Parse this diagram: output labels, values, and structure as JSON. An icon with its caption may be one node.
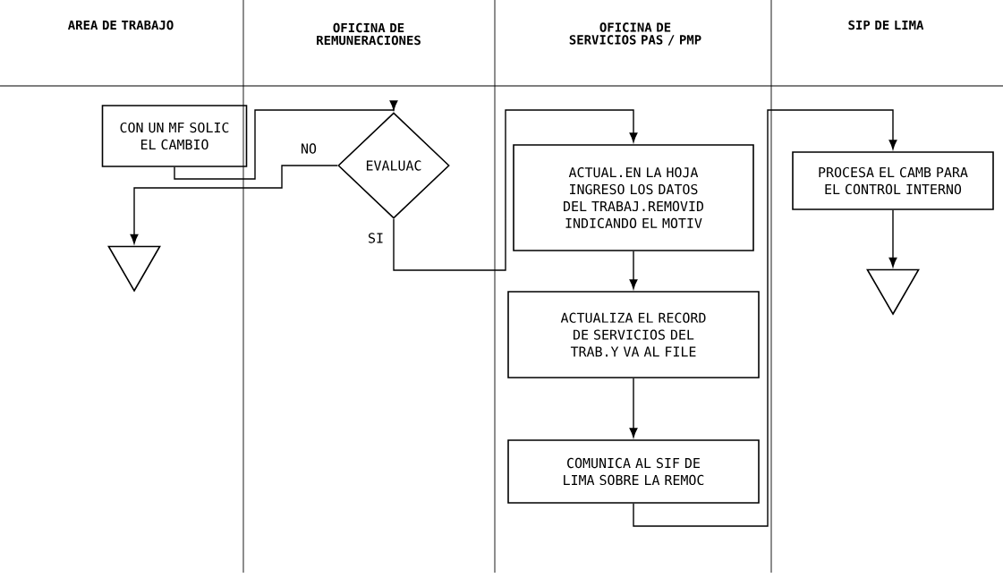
{
  "diagram": {
    "nodes": [
      {
        "text": [
          "CON UN MF SOLIC EL CAMBIO"
        ]
      },
      {
        "text": [
          "EVALUAC"
        ]
      },
      {
        "text": [],
        "shape": "triangle"
      },
      {
        "text": [
          "ACTUAL.EN LA HOJA INGRESO LOS DATOS DEL TRABAJ.REMOVID INDICANDO EL MOTIV"
        ]
      },
      {
        "text": [
          "ACTUALIZA EL RECORD DE SERVICIOS DEL TRAB.Y VA AL FILE"
        ]
      },
      {
        "text": [
          "COMUNICA AL SIF DE LIMA SOBRE LA REMOC"
        ]
      },
      {
        "text": [
          "PROCESA EL CAMB PARA EL CONTROL INTERNO"
        ]
      },
      {
        "text": [],
        "shape": "triangle"
      }
    ],
    "edges": [
      {
        "from": 0,
        "to": 1,
        "arrow": "to"
      },
      {
        "from": 1,
        "to": 2,
        "arrow": "to",
        "label": "NO"
      },
      {
        "from": 1,
        "to": 3,
        "arrow": "to",
        "label": "SI"
      },
      {
        "from": 3,
        "to": 4,
        "arrow": "to"
      },
      {
        "from": 4,
        "to": 5,
        "arrow": "to"
      },
      {
        "from": 5,
        "to": 6,
        "arrow": "to"
      },
      {
        "from": 6,
        "to": 7,
        "arrow": "to"
      }
    ],
    "labels": [
      "AREA DE TRABAJO",
      "OFICINA DE REMUNERACIONES",
      "OFICINA DE SERVICIOS PAS / PMP",
      "SIP DE LIMA"
    ]
  }
}
